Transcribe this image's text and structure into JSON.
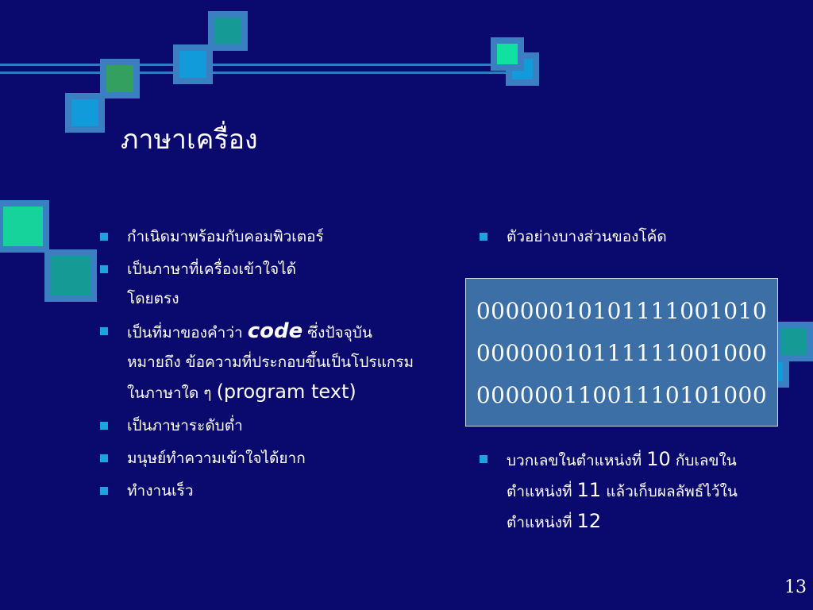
{
  "slide": {
    "title": "ภาษาเครื่อง",
    "page_number": "13"
  },
  "left_bullets": [
    {
      "text": "กำเนิดมาพร้อมกับคอมพิวเตอร์"
    },
    {
      "line1": "เป็นภาษาที่เครื่องเข้าใจได้",
      "line2": "โดยตรง"
    },
    {
      "line1_prefix": "เป็นที่มาของคำว่า ",
      "line1_code": "code",
      "line1_suffix": "  ซึ่งปัจจุบัน",
      "line2": "หมายถึง ข้อความที่ประกอบขึ้นเป็นโปรแกรม",
      "line3_prefix": "ในภาษาใด ๆ ",
      "line3_en": "(program text)"
    },
    {
      "text": "เป็นภาษาระดับต่ำ"
    },
    {
      "text": "มนุษย์ทำความเข้าใจได้ยาก"
    },
    {
      "text": "ทำงานเร็ว"
    }
  ],
  "right_bullets": {
    "intro": "ตัวอย่างบางส่วนของโค้ด",
    "code_lines": [
      "0000001010111100101​0",
      "00000010111111001000",
      "00000011001110101000"
    ],
    "explanation": {
      "part1": "บวกเลขในตำแหน่งที่ ",
      "num1": "10",
      "part2": "  กับเลขใน",
      "part3": "ตำแหน่งที่ ",
      "num2": "11",
      "part4": "  แล้วเก็บผลลัพธ์ไว้ใน",
      "part5": "ตำแหน่งที่  ",
      "num3": "12"
    }
  }
}
